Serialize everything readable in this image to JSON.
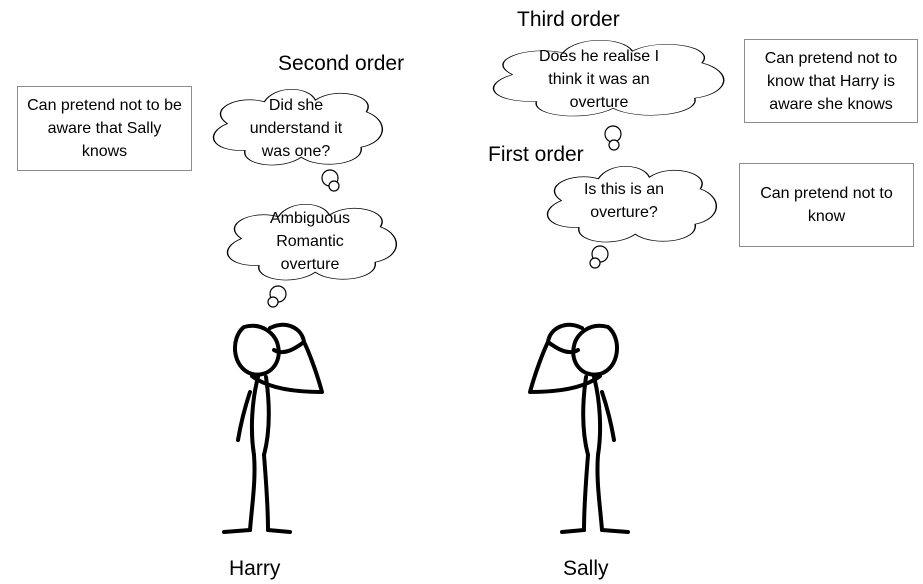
{
  "headings": {
    "second_order": "Second order",
    "third_order": "Third order",
    "first_order": "First order"
  },
  "bubbles": {
    "harry_lower": "Ambiguous Romantic overture",
    "harry_upper": "Did she understand it was one?",
    "sally_lower": "Is this is an overture?",
    "sally_upper": "Does he realise I think it was an overture"
  },
  "notes": {
    "harry": "Can pretend not to be aware that Sally knows",
    "sally_third": "Can pretend not to know that Harry is aware she knows",
    "sally_first": "Can pretend not to know"
  },
  "characters": {
    "harry": "Harry",
    "sally": "Sally"
  }
}
